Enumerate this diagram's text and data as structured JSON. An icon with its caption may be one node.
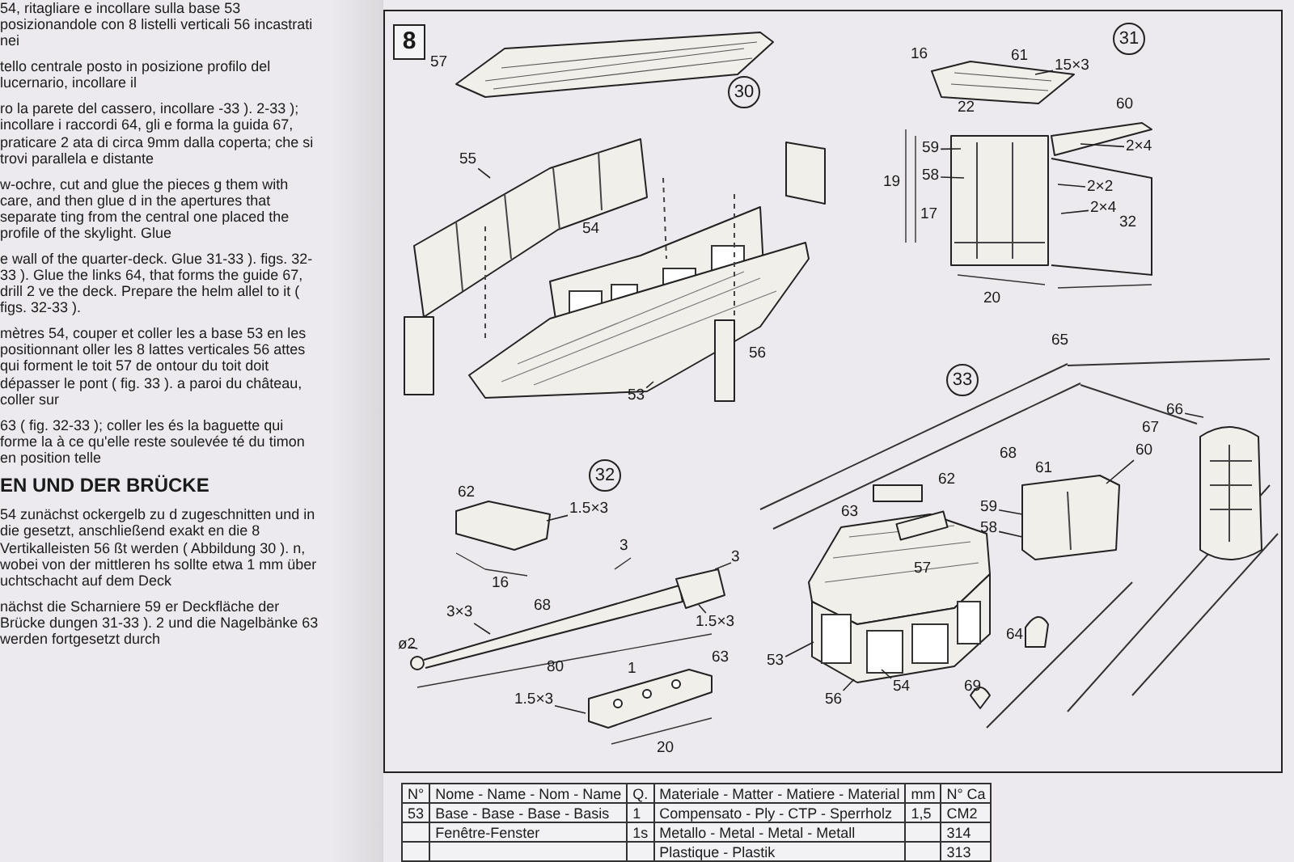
{
  "diagram": {
    "nodes": [
      {
        "text": [
          "8"
        ]
      },
      {
        "text": [
          "30"
        ]
      },
      {
        "text": [
          "55"
        ]
      },
      {
        "text": [
          "53"
        ]
      },
      {
        "text": [
          "31"
        ]
      },
      {
        "text": [
          "15×3"
        ]
      },
      {
        "text": [
          "59"
        ]
      },
      {
        "text": [
          "58"
        ]
      },
      {
        "text": [
          "2×4"
        ]
      },
      {
        "text": [
          "2×2"
        ]
      },
      {
        "text": [
          "2×4"
        ]
      },
      {
        "text": [
          "32"
        ]
      },
      {
        "text": [
          "1.5×3"
        ]
      },
      {
        "text": [
          "3×3"
        ]
      },
      {
        "text": [
          "1.5×3"
        ]
      },
      {
        "text": [
          "ø2"
        ]
      },
      {
        "text": [
          "1.5×3"
        ]
      },
      {
        "text": [
          "33"
        ]
      },
      {
        "text": [
          "66"
        ]
      },
      {
        "text": [
          "60"
        ]
      },
      {
        "text": [
          "59"
        ]
      },
      {
        "text": [
          "58"
        ]
      },
      {
        "text": [
          "53"
        ]
      },
      {
        "text": [
          "56"
        ]
      },
      {
        "text": [
          "54"
        ]
      }
    ],
    "edges": [
      {
        "from": 2,
        "to": null,
        "arrow": "none"
      },
      {
        "from": 3,
        "to": null,
        "arrow": "none"
      },
      {
        "from": 5,
        "to": null,
        "arrow": "none"
      },
      {
        "from": 6,
        "to": null,
        "arrow": "none"
      },
      {
        "from": 7,
        "to": null,
        "arrow": "none"
      },
      {
        "from": 8,
        "to": null,
        "arrow": "none"
      },
      {
        "from": 9,
        "to": null,
        "arrow": "none"
      },
      {
        "from": 10,
        "to": null,
        "arrow": "none"
      },
      {
        "from": 12,
        "to": null,
        "arrow": "none"
      },
      {
        "from": 13,
        "to": null,
        "arrow": "none"
      },
      {
        "from": 14,
        "to": null,
        "arrow": "none"
      },
      {
        "from": 15,
        "to": null,
        "arrow": "none"
      },
      {
        "from": 16,
        "to": null,
        "arrow": "none"
      },
      {
        "from": 18,
        "to": null,
        "arrow": "none"
      },
      {
        "from": 19,
        "to": null,
        "arrow": "none"
      },
      {
        "from": 20,
        "to": null,
        "arrow": "none"
      },
      {
        "from": 21,
        "to": null,
        "arrow": "none"
      },
      {
        "from": 22,
        "to": null,
        "arrow": "none"
      },
      {
        "from": 23,
        "to": null,
        "arrow": "none"
      },
      {
        "from": 24,
        "to": null,
        "arrow": "none"
      }
    ],
    "labels": [
      "54, ritagliare e incollare sulla base 53 posizionandole con 8 listelli verticali 56 incastrati nei",
      "tello centrale posto in posizione profilo del lucernario, incollare il",
      "ro la parete del cassero, incollare -33 ). 2-33 ); incollare i raccordi 64, gli e forma la guida 67, praticare 2 ata di circa 9mm dalla coperta; che si trovi parallela e distante",
      "w-ochre, cut and glue the pieces g them with care, and then glue d in the apertures that separate ting from the central one placed the profile of the skylight. Glue",
      "e wall of the quarter-deck. Glue 31-33 ). figs. 32-33 ). Glue the links 64, that forms the guide 67, drill 2 ve the deck. Prepare the helm allel to it ( figs. 32-33 ).",
      "mètres 54, couper et coller les a base 53 en les positionnant oller les 8 lattes verticales 56 attes qui forment le toit 57 de ontour du toit doit dépasser le pont ( fig. 33 ). a paroi du château, coller sur",
      "63 ( fig. 32-33 ); coller les és la baguette qui forme la à ce qu'elle reste soulevée té du timon en position telle",
      "EN UND DER BRÜCKE",
      "54 zunächst ockergelb zu d zugeschnitten und in die gesetzt, anschließend exakt en die 8 Vertikalleisten 56 ßt werden ( Abbildung 30 ). n, wobei von der mittleren hs sollte etwa 1 mm über uchtschacht auf dem Deck",
      "nächst die Scharniere 59 er Deckfläche der Brücke dungen 31-33 ). 2 und die Nagelbänke 63 werden fortgesetzt durch",
      "57",
      "54",
      "56",
      "16",
      "61",
      "22",
      "60",
      "19",
      "17",
      "32",
      "20",
      "62",
      "16",
      "3",
      "3",
      "68",
      "80",
      "1",
      "63",
      "20",
      "65",
      "67",
      "68",
      "62",
      "61",
      "63",
      "57",
      "64",
      "69",
      "N°",
      "Nome - Name - Nom - Name",
      "Q.",
      "Materiale - Matter - Matiere - Material",
      "mm",
      "N° Ca",
      "53",
      "Base - Base - Base - Basis",
      "1",
      "Compensato - Ply - CTP - Sperrholz",
      "1,5",
      "CM2",
      "Fenêtre-Fenster",
      "1s",
      "Metallo - Metal - Metal - Metall",
      "314",
      "Plastique - Plastik",
      "313"
    ]
  }
}
